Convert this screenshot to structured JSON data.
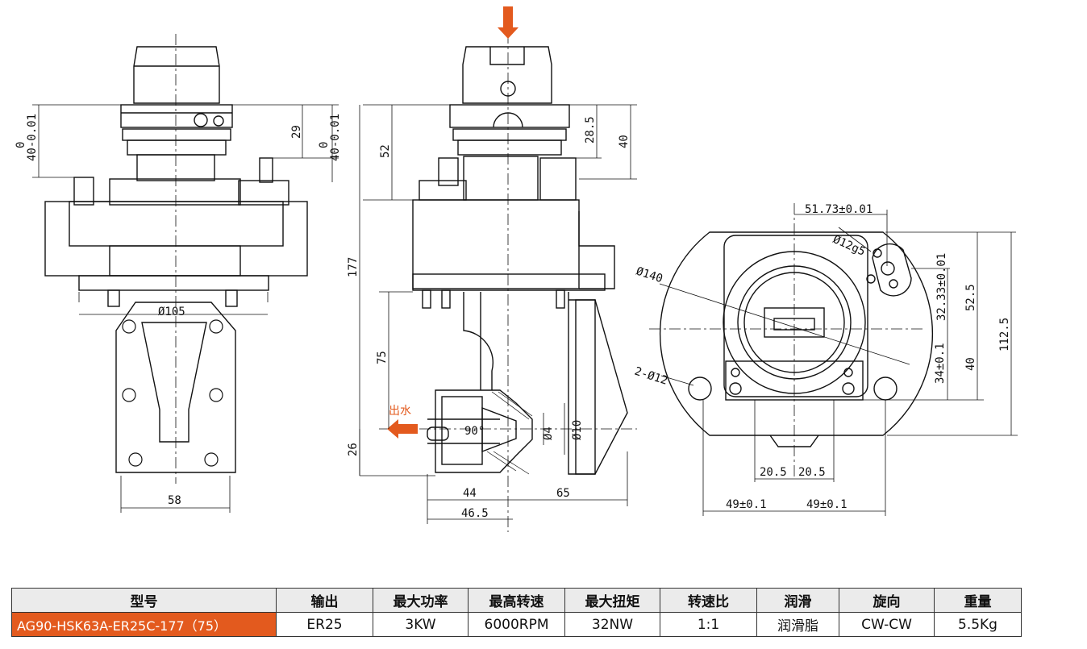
{
  "colors": {
    "accent": "#e35a1e",
    "line": "#111111",
    "header_bg": "#ebebeb"
  },
  "labels": {
    "outlet": "出水",
    "angle": "90°"
  },
  "dimensions": {
    "d105": "Ø105",
    "w58": "58",
    "h40_left": "40-0.01",
    "h40_left_tol": "0",
    "h29": "29",
    "h40_right": "40-0.01",
    "h40_right_tol": "0",
    "h52": "52",
    "h177": "177",
    "h75": "75",
    "h26": "26",
    "h28_5": "28.5",
    "h40": "40",
    "d4": "Ø4",
    "d10": "Ø10",
    "w44": "44",
    "w65": "65",
    "w46_5": "46.5",
    "w51_73": "51.73±0.01",
    "d12g5": "Ø12g5",
    "d140": "Ø140",
    "two_d12": "2-Ø12",
    "h32_33": "32.33±0.01",
    "h52_5": "52.5",
    "h112_5": "112.5",
    "h34": "34±0.1",
    "h40_b": "40",
    "w20_5_a": "20.5",
    "w20_5_b": "20.5",
    "w49_a": "49±0.1",
    "w49_b": "49±0.1"
  },
  "spec_table": {
    "headers": [
      "型号",
      "输出",
      "最大功率",
      "最高转速",
      "最大扭矩",
      "转速比",
      "润滑",
      "旋向",
      "重量"
    ],
    "row": [
      "AG90-HSK63A-ER25C-177（75）",
      "ER25",
      "3KW",
      "6000RPM",
      "32NW",
      "1:1",
      "润滑脂",
      "CW-CW",
      "5.5Kg"
    ]
  }
}
